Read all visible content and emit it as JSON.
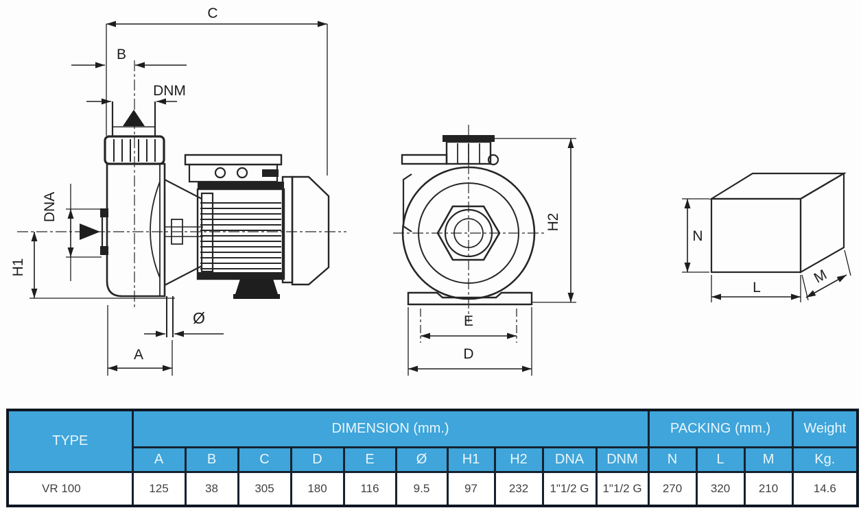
{
  "drawing": {
    "labels": {
      "c": "C",
      "b": "B",
      "dnm": "DNM",
      "dna": "DNA",
      "h1": "H1",
      "diameter": "Ø",
      "a": "A",
      "h2": "H2",
      "e": "E",
      "d": "D",
      "n": "N",
      "l": "L",
      "m": "M"
    }
  },
  "table": {
    "headers": {
      "type": "TYPE",
      "dimension": "DIMENSION (mm.)",
      "packing": "PACKING (mm.)",
      "weight": "Weight",
      "weight_unit": "Kg."
    },
    "columns": [
      "A",
      "B",
      "C",
      "D",
      "E",
      "Ø",
      "H1",
      "H2",
      "DNA",
      "DNM",
      "N",
      "L",
      "M"
    ],
    "rows": [
      {
        "type": "VR 100",
        "values": [
          "125",
          "38",
          "305",
          "180",
          "116",
          "9.5",
          "97",
          "232",
          "1\"1/2 G",
          "1\"1/2 G",
          "270",
          "320",
          "210",
          "14.6"
        ]
      }
    ]
  },
  "colors": {
    "header_blue": "#3fa5da",
    "table_border": "#15222f",
    "line_ink": "#262626"
  }
}
